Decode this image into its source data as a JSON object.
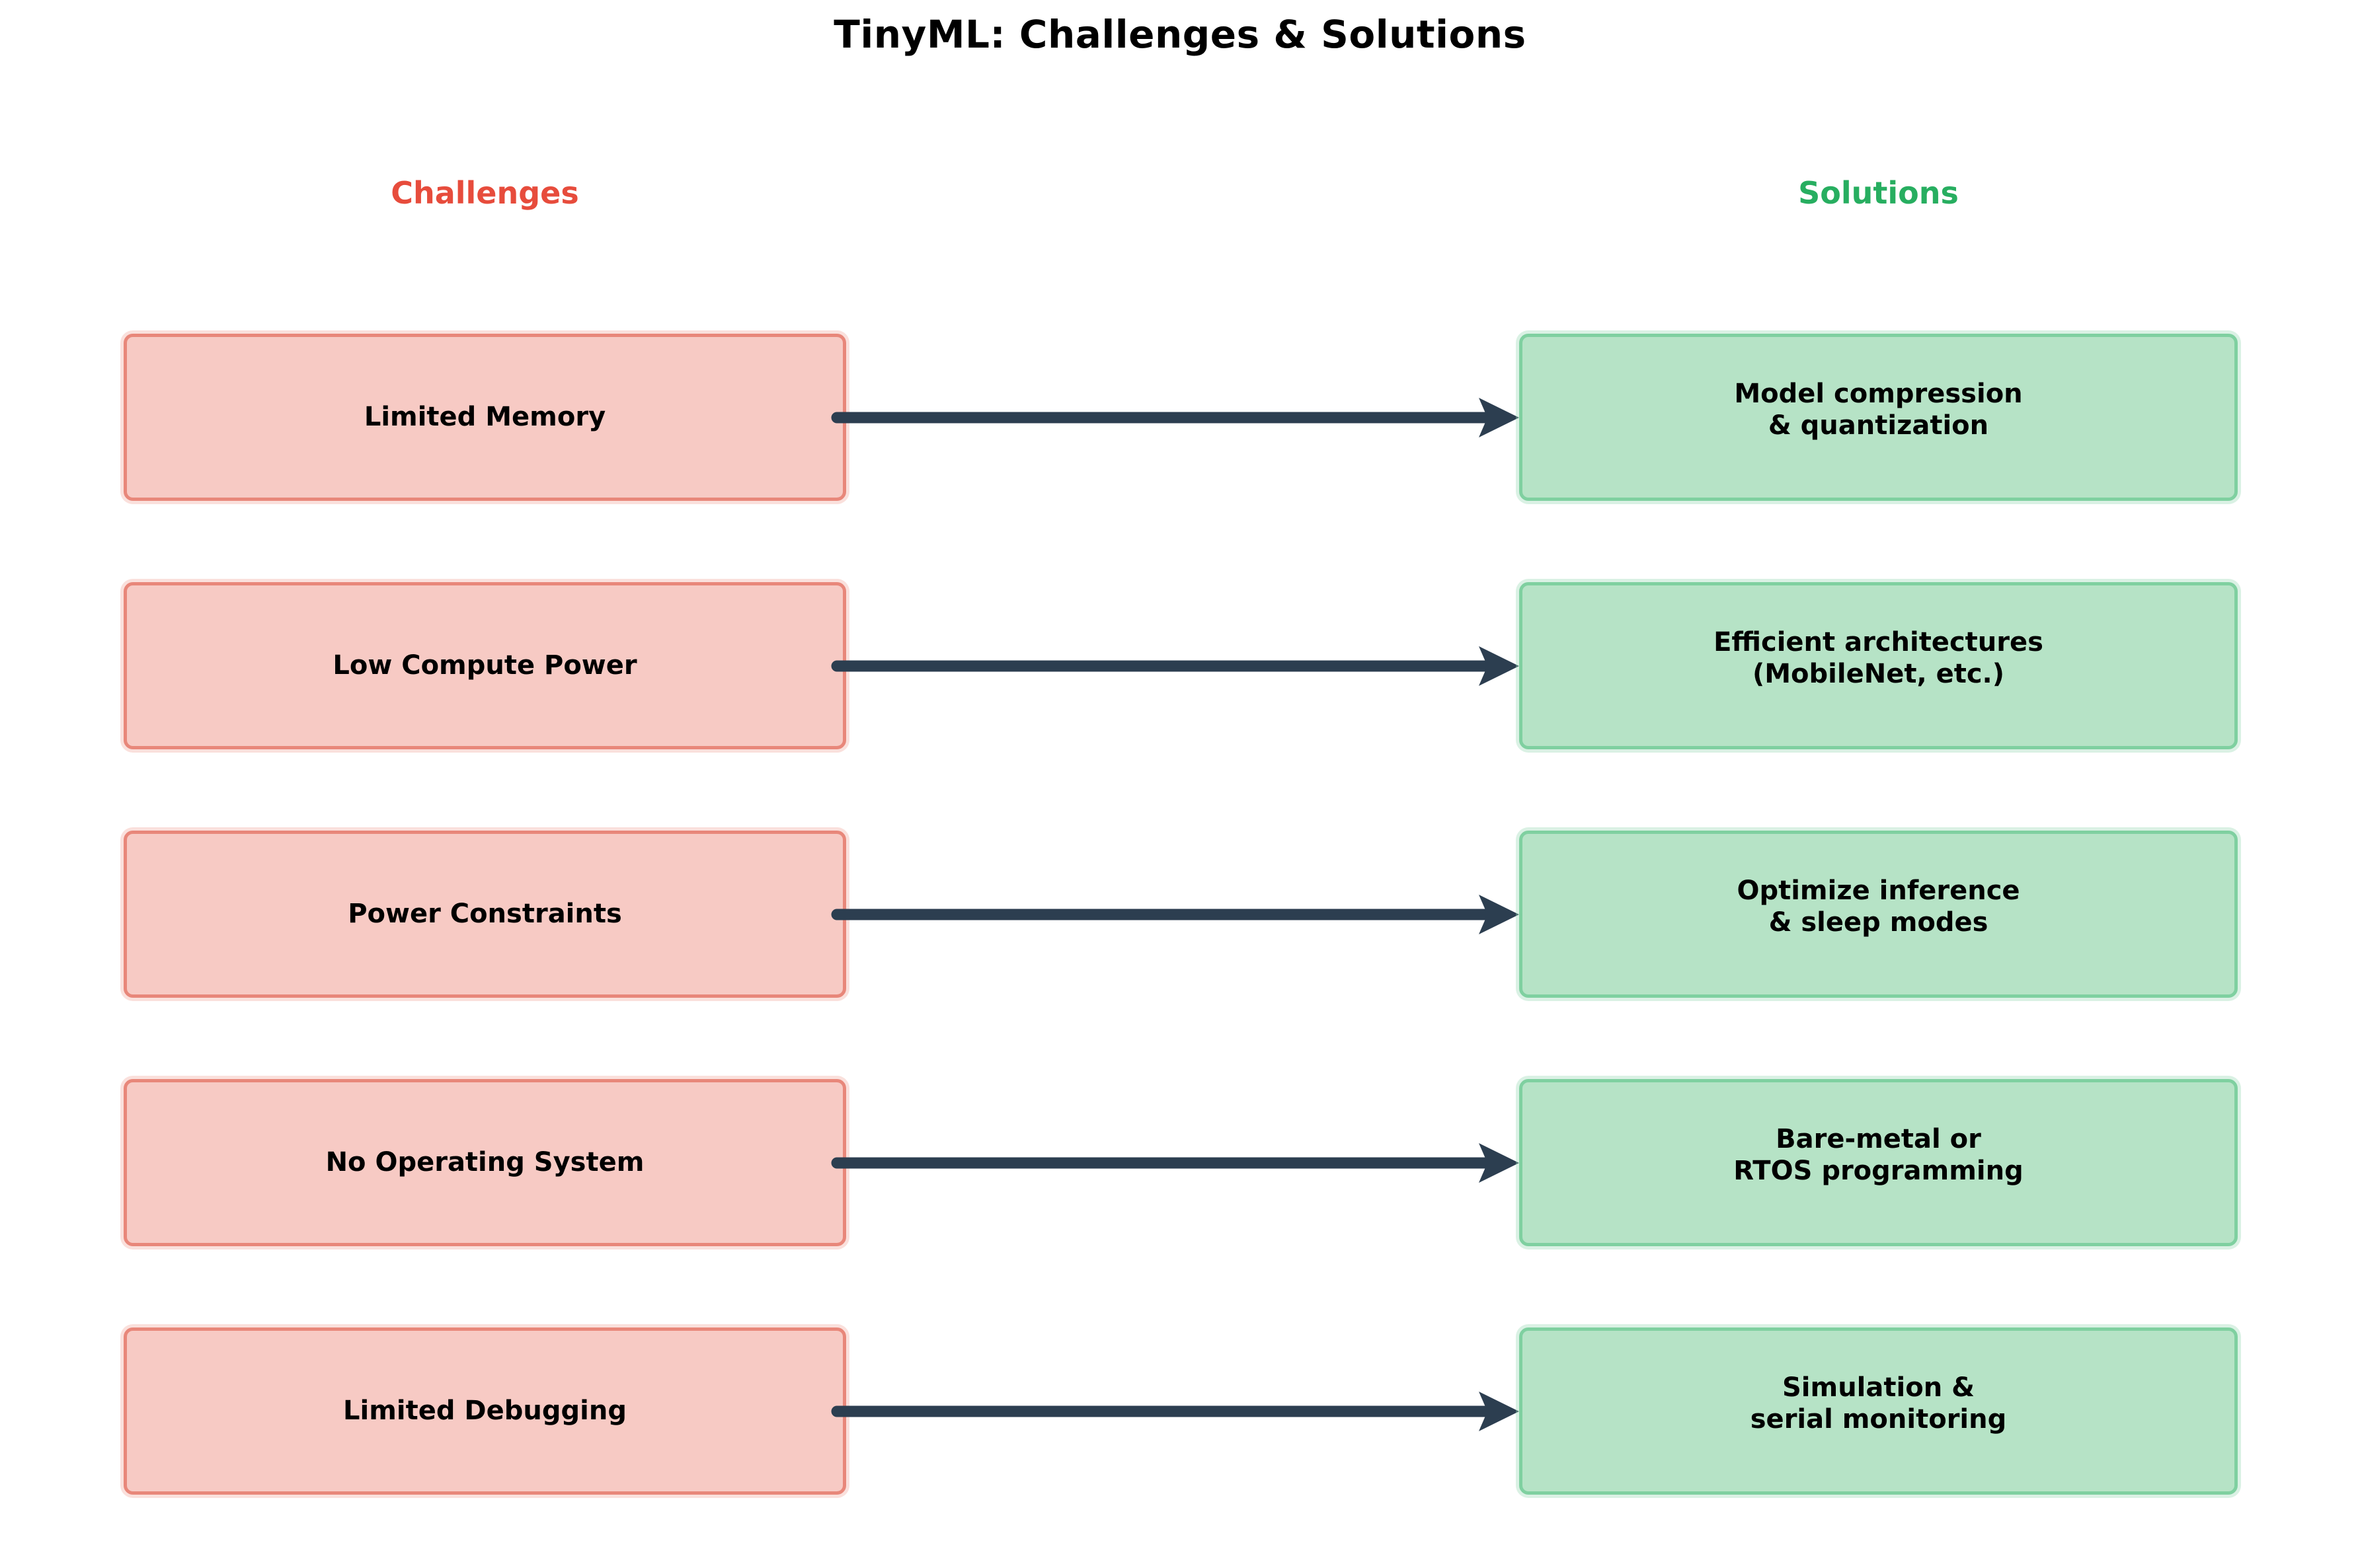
{
  "title": "TinyML: Challenges & Solutions",
  "columns": {
    "left_header": "Challenges",
    "right_header": "Solutions",
    "left_color": "#e74c3c",
    "right_color": "#27ae60"
  },
  "colors": {
    "challenge_fill": "#f7cac4",
    "challenge_border": "#e8877a",
    "solution_fill": "#b6e3c6",
    "solution_border": "#7fd0a0",
    "arrow": "#2c3e50",
    "background": "#ffffff",
    "text": "#000000"
  },
  "rows": [
    {
      "challenge": "Limited Memory",
      "solution_line1": "Model compression",
      "solution_line2": "& quantization",
      "arrow": "arrow-right"
    },
    {
      "challenge": "Low Compute Power",
      "solution_line1": "Efficient architectures",
      "solution_line2": "(MobileNet, etc.)",
      "arrow": "arrow-right"
    },
    {
      "challenge": "Power Constraints",
      "solution_line1": "Optimize inference",
      "solution_line2": "& sleep modes",
      "arrow": "arrow-right"
    },
    {
      "challenge": "No Operating System",
      "solution_line1": "Bare-metal or",
      "solution_line2": "RTOS programming",
      "arrow": "arrow-right"
    },
    {
      "challenge": "Limited Debugging",
      "solution_line1": "Simulation &",
      "solution_line2": "serial monitoring",
      "arrow": "arrow-right"
    }
  ],
  "chart_data": {
    "type": "diagram",
    "title": "TinyML: Challenges & Solutions",
    "layout": "two-column mapping with left-to-right arrows",
    "left_column_label": "Challenges",
    "right_column_label": "Solutions",
    "mappings": [
      {
        "from": "Limited Memory",
        "to": "Model compression & quantization"
      },
      {
        "from": "Low Compute Power",
        "to": "Efficient architectures (MobileNet, etc.)"
      },
      {
        "from": "Power Constraints",
        "to": "Optimize inference & sleep modes"
      },
      {
        "from": "No Operating System",
        "to": "Bare-metal or RTOS programming"
      },
      {
        "from": "Limited Debugging",
        "to": "Simulation & serial monitoring"
      }
    ]
  }
}
